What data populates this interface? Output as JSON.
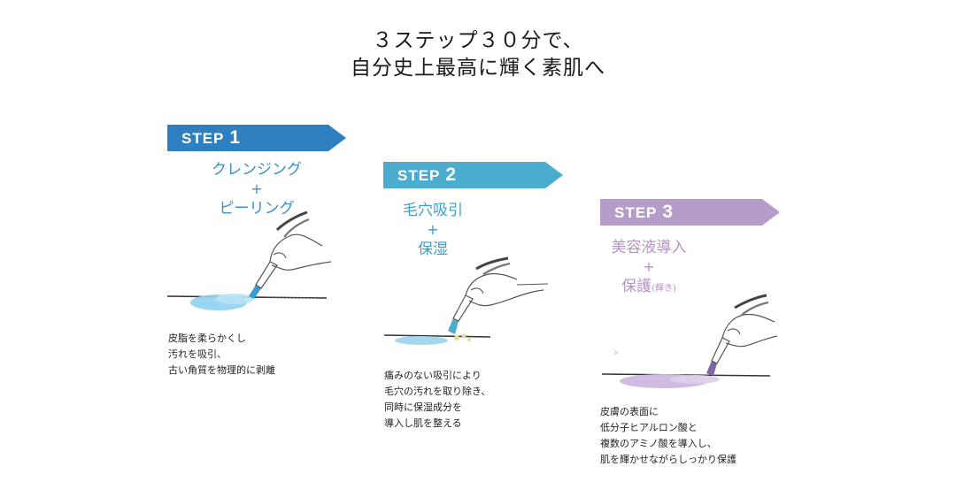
{
  "headline": {
    "line1": "３ステップ３０分で、",
    "line2": "自分史上最高に輝く素肌へ"
  },
  "colors": {
    "step1": "#2e7fc0",
    "step2": "#4aaccf",
    "step3": "#b69cc9",
    "step1_text": "#3d8fc9",
    "step2_text": "#3a9fcd",
    "step3_text": "#b394c6"
  },
  "steps": [
    {
      "banner_prefix": "STEP",
      "banner_number": "1",
      "heading_line1": "クレンジング",
      "plus": "+",
      "heading_line2": "ピーリング",
      "desc": [
        "皮脂を柔らかくし",
        "汚れを吸引、",
        "古い角質を物理的に剥離"
      ]
    },
    {
      "banner_prefix": "STEP",
      "banner_number": "2",
      "heading_line1": "毛穴吸引",
      "plus": "+",
      "heading_line2": "保湿",
      "desc": [
        "痛みのない吸引により",
        "毛穴の汚れを取り除き、",
        "同時に保湿成分を",
        "導入し肌を整える"
      ]
    },
    {
      "banner_prefix": "STEP",
      "banner_number": "3",
      "heading_line1": "美容液導入",
      "plus": "+",
      "heading_line2": "保護",
      "heading_note": "(輝き)",
      "desc": [
        "皮膚の表面に",
        "低分子ヒアルロン酸と",
        "複数のアミノ酸を導入し、",
        "肌を輝かせながらしっかり保護"
      ]
    }
  ]
}
